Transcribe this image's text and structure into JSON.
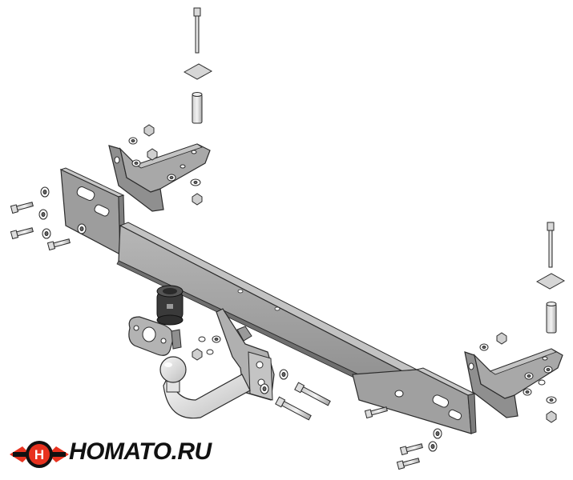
{
  "brand": {
    "name": "HOMATO.RU",
    "emblem_letter": "H",
    "colors": {
      "primary": "#e8321f",
      "dark": "#111111"
    }
  },
  "diagram": {
    "colors": {
      "steel": "#a6a6a6",
      "steel_dark": "#7d7d7d",
      "steel_light": "#c9c9c9",
      "outline": "#2b2b2b",
      "bolt": "#dcdcdc",
      "ball": "#e6e6e6",
      "socket": "#3a3a3a"
    },
    "parts": [
      "crossbar",
      "left-flange-plate",
      "right-flange-plate",
      "left-bracket",
      "right-bracket",
      "tow-ball",
      "electrical-socket",
      "socket-plate",
      "mounting-bolts",
      "washers",
      "nuts",
      "spacer-tubes",
      "square-washers"
    ]
  }
}
